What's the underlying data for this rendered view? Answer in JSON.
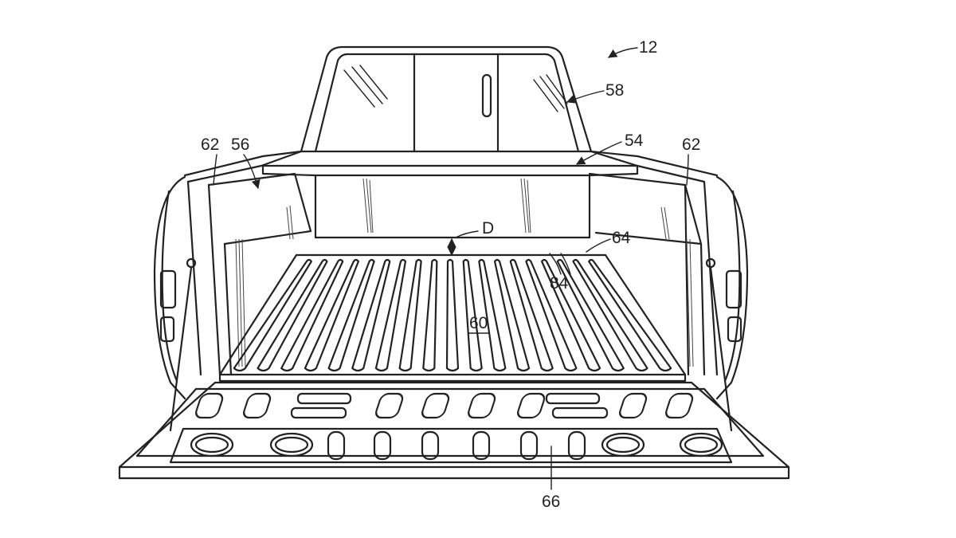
{
  "figure": {
    "reference_numerals": {
      "vehicle": "12",
      "rear_window": "58",
      "cab_wall": "54",
      "bed_rail_left": "62",
      "bed_rail_right": "62",
      "sidewall": "56",
      "gap_dimension": "D",
      "wall_edge": "64",
      "ribs": "84",
      "bed_floor": "60",
      "tailgate": "66"
    }
  }
}
